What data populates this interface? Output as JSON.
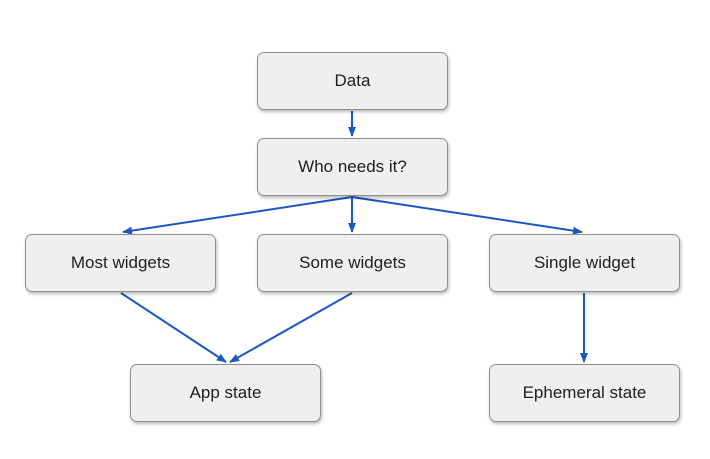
{
  "nodes": {
    "data": "Data",
    "who_needs_it": "Who needs it?",
    "most_widgets": "Most widgets",
    "some_widgets": "Some widgets",
    "single_widget": "Single widget",
    "app_state": "App state",
    "ephemeral_state": "Ephemeral state"
  },
  "edges": [
    {
      "from": "data",
      "to": "who_needs_it"
    },
    {
      "from": "who_needs_it",
      "to": "most_widgets"
    },
    {
      "from": "who_needs_it",
      "to": "some_widgets"
    },
    {
      "from": "who_needs_it",
      "to": "single_widget"
    },
    {
      "from": "most_widgets",
      "to": "app_state"
    },
    {
      "from": "some_widgets",
      "to": "app_state"
    },
    {
      "from": "single_widget",
      "to": "ephemeral_state"
    }
  ],
  "colors": {
    "arrow": "#1a56c4",
    "node_fill": "#efefef",
    "node_border": "#8f8f8f"
  }
}
